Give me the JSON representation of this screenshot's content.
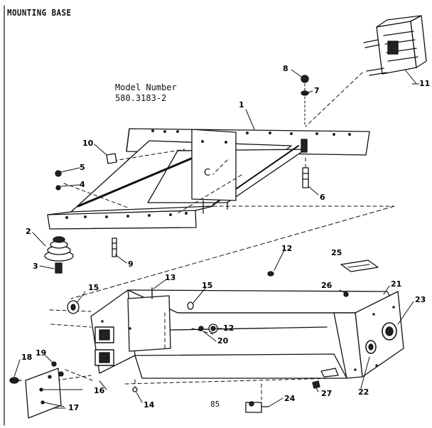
{
  "title": "MOUNTING BASE",
  "model": {
    "label": "Model Number",
    "value": "580.3183-2"
  },
  "page_number": "85",
  "frame_letter": "C",
  "part_numbers": [
    "1",
    "2",
    "3",
    "4",
    "5",
    "6",
    "7",
    "8",
    "9",
    "10",
    "11",
    "12",
    "12",
    "13",
    "14",
    "15",
    "15",
    "16",
    "17",
    "18",
    "19",
    "20",
    "21",
    "22",
    "23",
    "24",
    "25",
    "26",
    "27"
  ],
  "colors": {
    "ink": "#111111",
    "paper": "#ffffff"
  }
}
